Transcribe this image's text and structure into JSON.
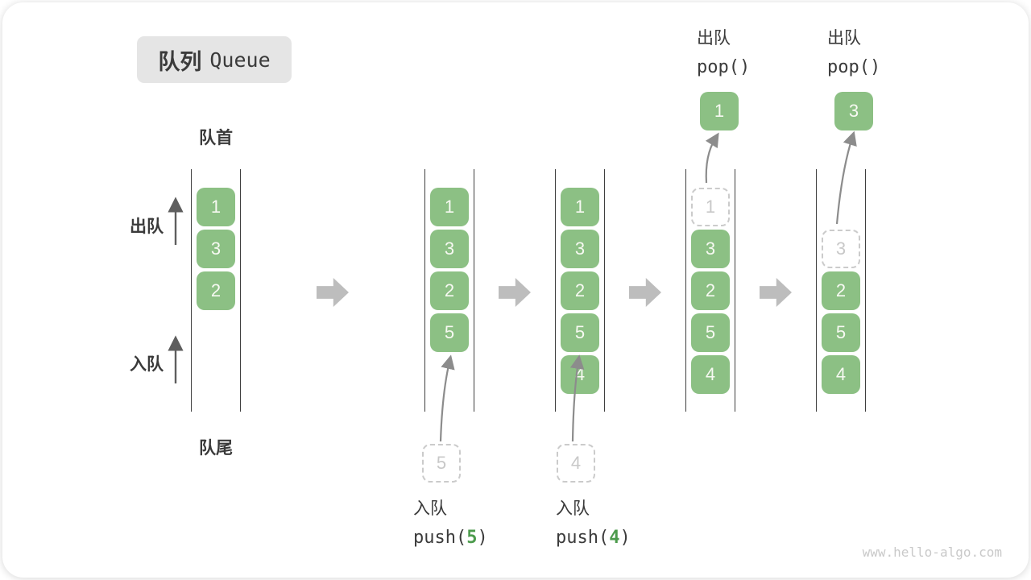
{
  "title": {
    "zh": "队列",
    "en": "Queue"
  },
  "labels": {
    "front": "队首",
    "rear": "队尾",
    "dequeue": "出队",
    "enqueue": "入队"
  },
  "watermark": "www.hello-algo.com",
  "colors": {
    "box_green": "#8cc084",
    "accent_green": "#4c9b4c",
    "title_bg": "#e5e5e5",
    "ink": "#3b3b3b",
    "block_arrow_gray": "#bdbdbd",
    "ghost_gray": "#cbcbcb"
  },
  "states": [
    {
      "boxes": [
        "1",
        "3",
        "2"
      ]
    },
    {
      "boxes": [
        "1",
        "3",
        "2",
        "5"
      ],
      "ghost": "5",
      "op": {
        "label": "入队",
        "fn": "push(",
        "arg": "5",
        "close": ")"
      }
    },
    {
      "boxes": [
        "1",
        "3",
        "2",
        "5",
        "4"
      ],
      "ghost": "4",
      "op": {
        "label": "入队",
        "fn": "push(",
        "arg": "4",
        "close": ")"
      }
    },
    {
      "boxes": [
        "3",
        "2",
        "5",
        "4"
      ],
      "ghost": "1",
      "op": {
        "label": "出队",
        "fn": "pop()",
        "out": "1"
      }
    },
    {
      "boxes": [
        "2",
        "5",
        "4"
      ],
      "ghost": "3",
      "op": {
        "label": "出队",
        "fn": "pop()",
        "out": "3"
      }
    }
  ]
}
